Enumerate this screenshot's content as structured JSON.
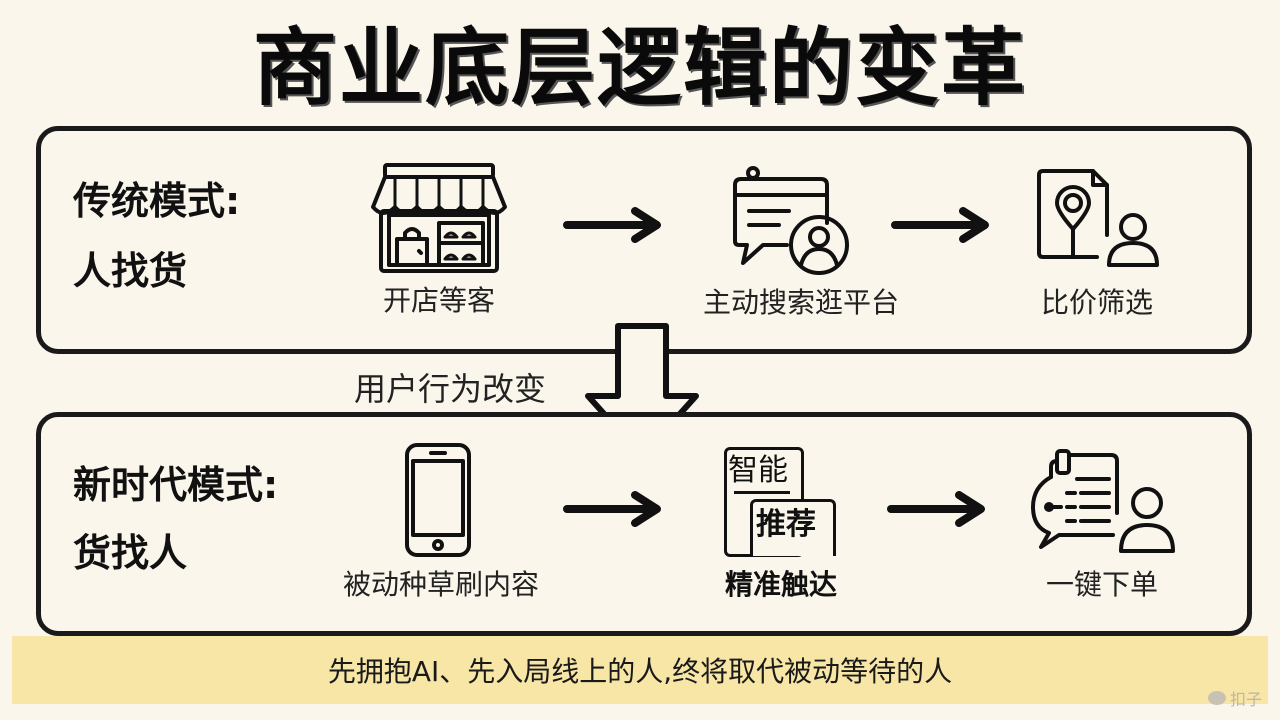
{
  "title": "商业底层逻辑的变革",
  "traditional": {
    "mode_line1": "传统模式:",
    "mode_line2": "人找货",
    "steps": [
      {
        "icon": "storefront-icon",
        "label": "开店等客"
      },
      {
        "icon": "chat-profile-icon",
        "label": "主动搜索逛平台"
      },
      {
        "icon": "document-pin-user-icon",
        "label": "比价筛选"
      }
    ]
  },
  "transition": {
    "label": "用户行为改变",
    "icon": "down-arrow-icon"
  },
  "new_era": {
    "mode_line1": "新时代模式:",
    "mode_line2": "货找人",
    "steps": [
      {
        "icon": "smartphone-icon",
        "label": "被动种草刷内容"
      },
      {
        "icon": "smart-recommend-icon",
        "label": "精准触达",
        "icon_text_top": "智能",
        "icon_text_bottom": "推荐"
      },
      {
        "icon": "order-chat-user-icon",
        "label": "一键下单"
      }
    ]
  },
  "banner": {
    "text": "先拥抱AI、先入局线上的人,终将取代被动等待的人"
  },
  "watermark": {
    "text": "扣子"
  }
}
